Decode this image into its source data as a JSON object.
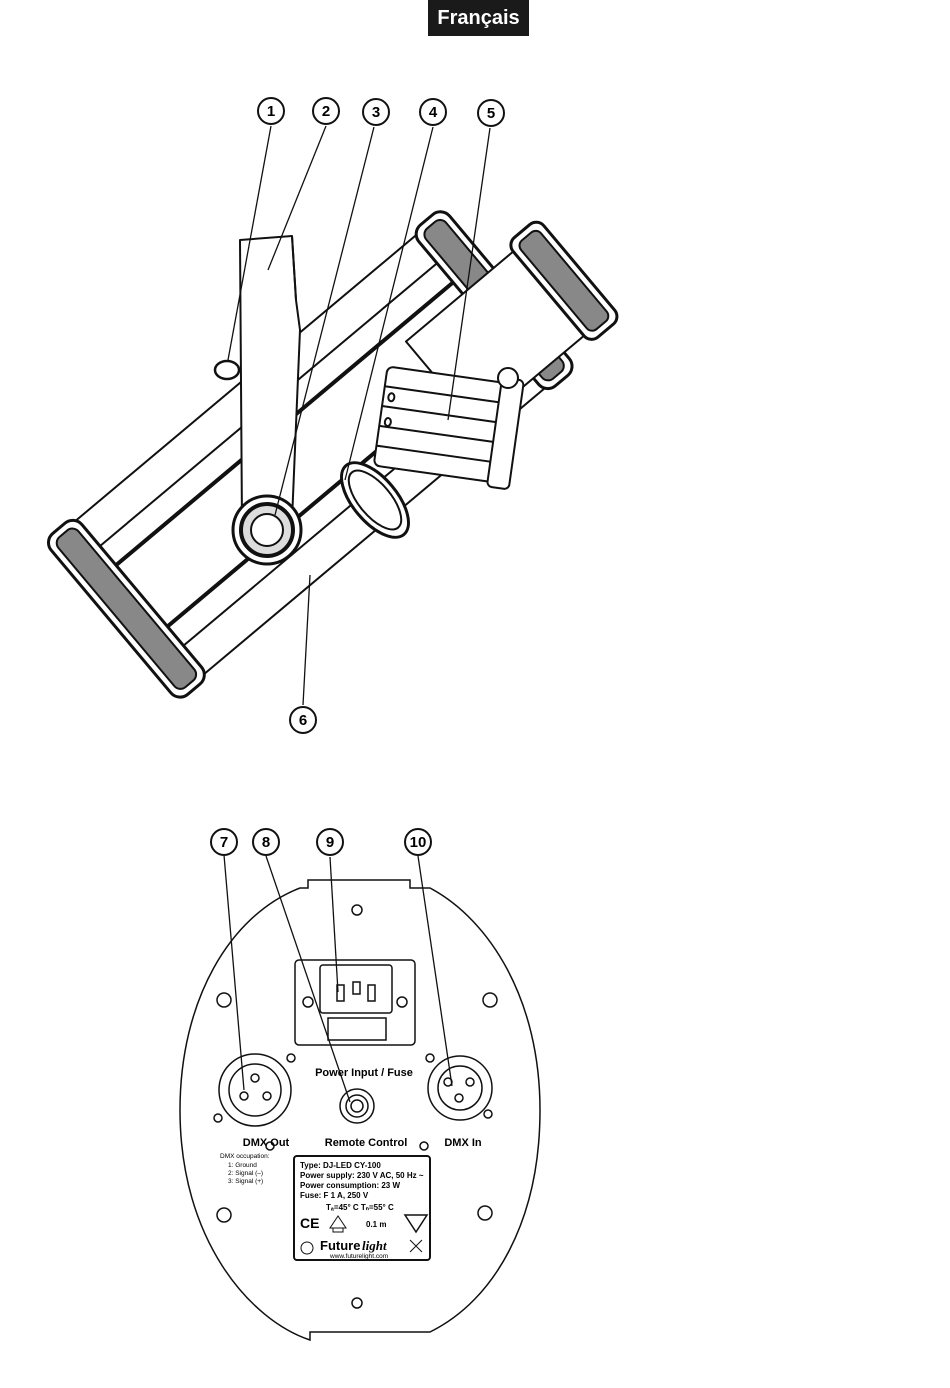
{
  "header": {
    "language_tab": "Français"
  },
  "callouts": {
    "top": [
      "1",
      "2",
      "3",
      "4",
      "5",
      "6"
    ],
    "bottom": [
      "7",
      "8",
      "9",
      "10"
    ]
  },
  "rear_panel": {
    "power_label": "Power Input / Fuse",
    "dmx_out_label": "DMX Out",
    "remote_label": "Remote Control",
    "dmx_in_label": "DMX In",
    "dmx_occupation": {
      "title": "DMX occupation:",
      "lines": [
        "1: Ground",
        "2: Signal (–)",
        "3: Signal (+)"
      ]
    },
    "type_plate": {
      "lines": [
        "Type: DJ-LED CY-100",
        "Power supply: 230 V AC, 50 Hz ~",
        "Power consumption: 23 W",
        "Fuse: F 1 A, 250 V"
      ],
      "temps": "Tₐ=45° C  Tₙ=55° C",
      "ce": "CE",
      "distance": "0.1 m",
      "brand_a": "Future",
      "brand_b": "light",
      "url": "www.futurelight.com"
    }
  }
}
